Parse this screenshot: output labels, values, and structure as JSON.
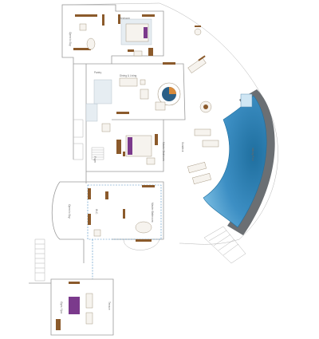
{
  "colors": {
    "wall": "#9a9a9a",
    "wood": "#8b5a2b",
    "pool_deep": "#1f6f9f",
    "pool_light": "#7ec0e4",
    "pool_rim": "#6b6f73",
    "accent_purple": "#7b3a8c",
    "accent_orange": "#d88a3a",
    "dashed_line": "#4a8bc0",
    "tile": "#e6edf2"
  },
  "labels": {
    "open_to_sky_top": "Open to Sky",
    "bedroom": "Bedroom",
    "pantry": "Pantry",
    "dining_living": "Dining & Living",
    "master_bedroom": "Master Bedroom",
    "sundeck": "Sundeck",
    "infinity_pool": "Infinity Pool",
    "foyer": "Foyer",
    "open_to_sky_lower": "Open to Sky",
    "master_bath": "Master Bathroom",
    "wc": "W.C.",
    "gym": "Gym / Spa",
    "terrace": "Terrace"
  },
  "icons": {
    "bed": "bed-icon",
    "bathtub": "bathtub-icon",
    "dining_table": "dining-table-icon",
    "lounger": "sun-lounger-icon",
    "round_table": "round-table-icon",
    "stairs": "stairs-icon",
    "treadmill": "treadmill-icon",
    "massage_bed": "massage-bed-icon"
  }
}
